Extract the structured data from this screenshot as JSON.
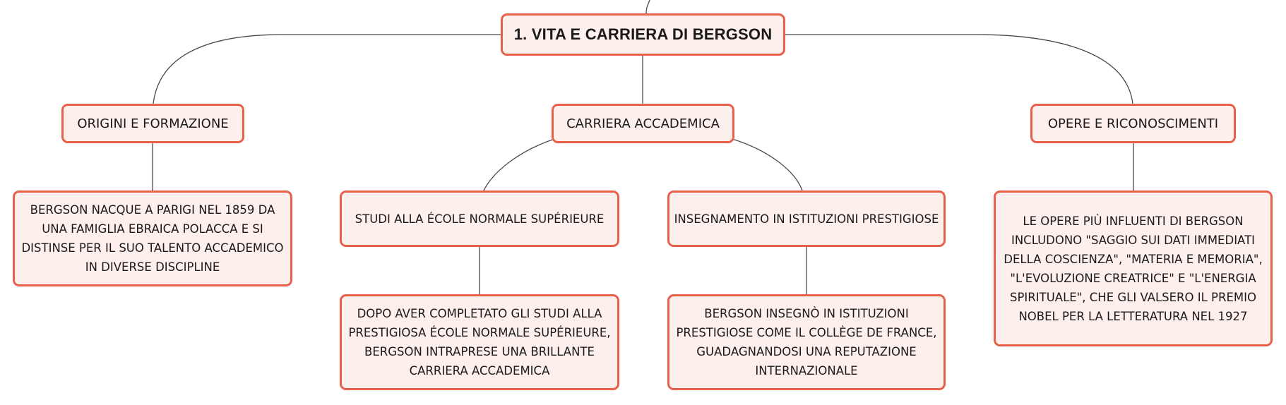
{
  "root": {
    "title": "1. VITA E CARRIERA DI BERGSON"
  },
  "branches": {
    "origini": {
      "label": "ORIGINI E FORMAZIONE",
      "detail": "BERGSON NACQUE A PARIGI NEL 1859 DA UNA FAMIGLIA EBRAICA POLACCA E SI DISTINSE PER IL SUO TALENTO ACCADEMICO IN DIVERSE DISCIPLINE"
    },
    "carriera": {
      "label": "CARRIERA ACCADEMICA",
      "studi": {
        "label": "STUDI ALLA ÉCOLE NORMALE SUPÉRIEURE",
        "detail": "DOPO AVER COMPLETATO GLI STUDI ALLA PRESTIGIOSA ÉCOLE NORMALE SUPÉRIEURE, BERGSON INTRAPRESE UNA BRILLANTE CARRIERA ACCADEMICA"
      },
      "insegnamento": {
        "label": "INSEGNAMENTO IN ISTITUZIONI PRESTIGIOSE",
        "detail": "BERGSON INSEGNÒ IN ISTITUZIONI PRESTIGIOSE COME IL COLLÈGE DE FRANCE, GUADAGNANDOSI UNA REPUTAZIONE INTERNAZIONALE"
      }
    },
    "opere": {
      "label": "OPERE E RICONOSCIMENTI",
      "detail": "LE OPERE PIÙ INFLUENTI DI BERGSON INCLUDONO \"SAGGIO SUI DATI IMMEDIATI DELLA COSCIENZA\", \"MATERIA E MEMORIA\", \"L'EVOLUZIONE CREATRICE\" E \"L'ENERGIA SPIRITUALE\", CHE GLI VALSERO IL PREMIO NOBEL PER LA LETTERATURA NEL 1927"
    }
  },
  "colors": {
    "node_border": "#e9604a",
    "node_fill": "#fdf0ec",
    "connector": "#4a4a4a",
    "text": "#1a1a1a"
  }
}
